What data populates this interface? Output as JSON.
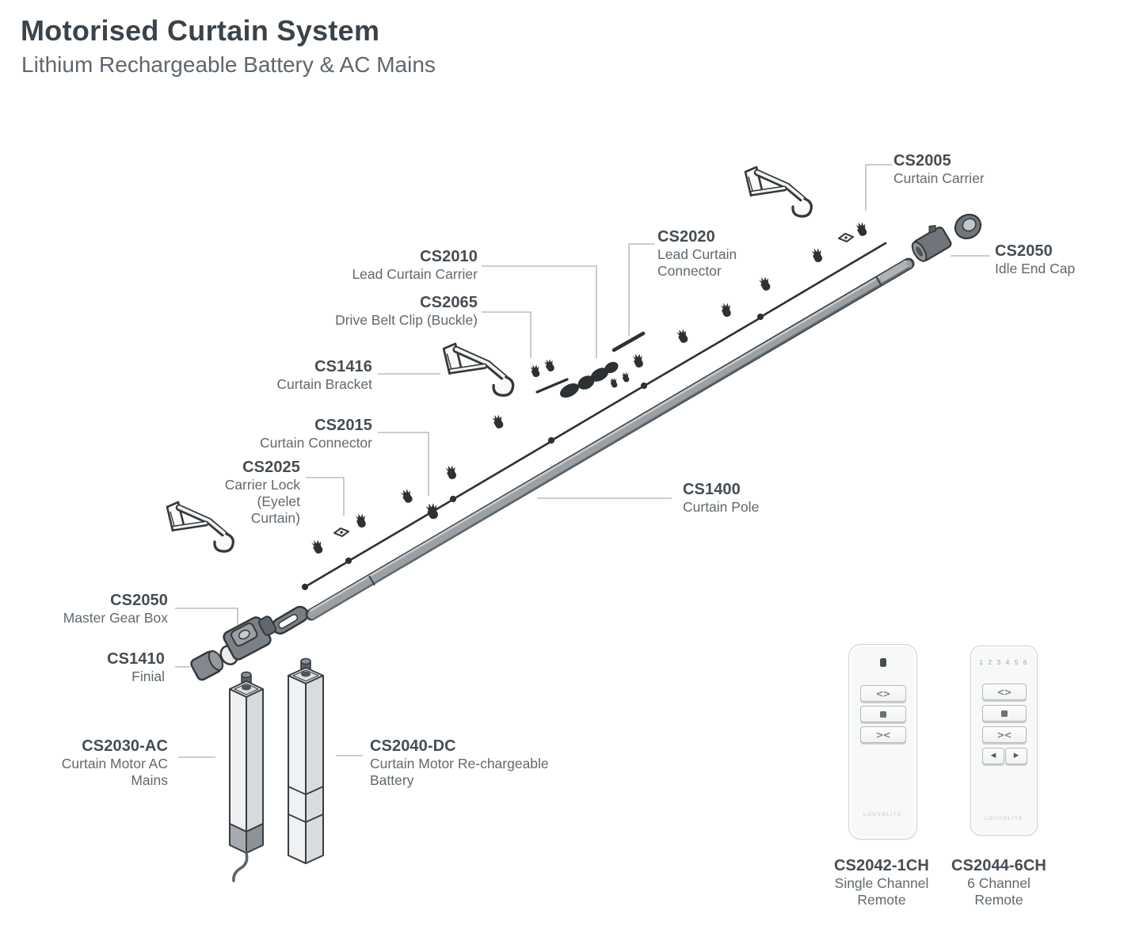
{
  "header": {
    "title": "Motorised Curtain System",
    "subtitle": "Lithium Rechargeable Battery & AC Mains"
  },
  "parts": [
    {
      "code": "CS2005",
      "name": "Curtain Carrier"
    },
    {
      "code": "CS2020",
      "name": "Lead Curtain\nConnector"
    },
    {
      "code": "CS2010",
      "name": "Lead Curtain Carrier"
    },
    {
      "code": "CS2065",
      "name": "Drive Belt Clip (Buckle)"
    },
    {
      "code": "CS2050",
      "name": "Idle End Cap"
    },
    {
      "code": "CS1416",
      "name": "Curtain Bracket"
    },
    {
      "code": "CS2015",
      "name": "Curtain Connector"
    },
    {
      "code": "CS2025",
      "name": "Carrier Lock\n(Eyelet\nCurtain)"
    },
    {
      "code": "CS1400",
      "name": "Curtain Pole"
    },
    {
      "code": "CS2050",
      "name": "Master Gear Box"
    },
    {
      "code": "CS1410",
      "name": "Finial"
    },
    {
      "code": "CS2030-AC",
      "name": "Curtain Motor AC\nMains"
    },
    {
      "code": "CS2040-DC",
      "name": "Curtain Motor Re-chargeable\nBattery"
    },
    {
      "code": "CS2042-1CH",
      "name": "Single Channel\nRemote"
    },
    {
      "code": "CS2044-6CH",
      "name": "6 Channel\nRemote"
    }
  ],
  "remote_controls": {
    "brand": "LOUVOLITE",
    "channel_numbers": "1 2 3 4 5 6",
    "open_glyph": "<>",
    "close_glyph": "><",
    "left_arrow": "◀",
    "right_arrow": "▶"
  },
  "colors": {
    "ink": "#2c3134",
    "part_code_text": "#454d54",
    "part_name_text": "#60696f",
    "leader_line": "#b9bdc0",
    "pole_gray": "#9aa0a4"
  }
}
